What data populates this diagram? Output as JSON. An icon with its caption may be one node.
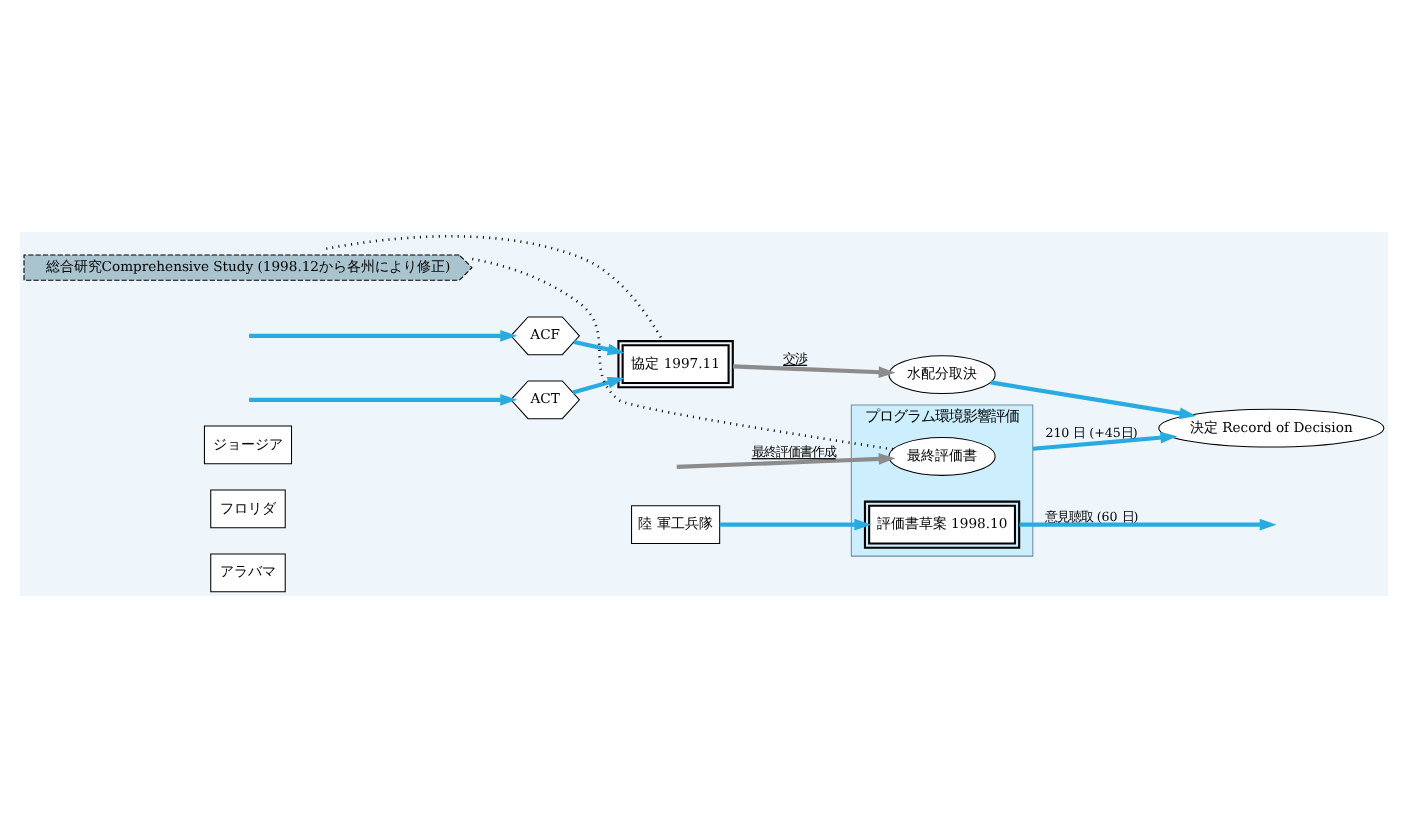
{
  "diagram": {
    "nodes": [
      {
        "text": [
          "アラバマ"
        ]
      },
      {
        "text": [
          "フロリダ"
        ]
      },
      {
        "text": [
          "ジョージア"
        ]
      },
      {
        "text": [
          "ACT"
        ]
      },
      {
        "text": [
          "ACF"
        ]
      },
      {
        "text": [
          "協定 1997.11"
        ]
      },
      {
        "text": [
          "水配分取決"
        ]
      },
      {
        "text": [
          "決定 Record of Decision"
        ]
      },
      {
        "text": [
          "総合研究Comprehensive Study (1998.12から各州により修正)"
        ]
      },
      {
        "text": [
          "プログラム環境影響評価"
        ]
      },
      {
        "text": [
          "陸 軍工兵隊"
        ]
      },
      {
        "text": [
          "評価書草案 1998.10"
        ],
        "in": 9
      },
      {
        "text": [
          "最終評価書"
        ],
        "in": 9
      }
    ],
    "edges": [
      {
        "from": null,
        "to": 3,
        "arrow": "to"
      },
      {
        "from": null,
        "to": 4,
        "arrow": "to"
      },
      {
        "from": 3,
        "to": 5,
        "arrow": "to"
      },
      {
        "from": 4,
        "to": 5,
        "arrow": "to"
      },
      {
        "from": 5,
        "to": 6,
        "arrow": "to",
        "label": "交渉",
        "color": "#8c8c8c"
      },
      {
        "from": 6,
        "to": 7,
        "arrow": "to"
      },
      {
        "from": 8,
        "to": 5,
        "arrow": "none",
        "style": "dashed",
        "color": "#000000"
      },
      {
        "from": 8,
        "to": 12,
        "arrow": "none",
        "style": "dashed",
        "color": "#000000"
      },
      {
        "from": 10,
        "to": 11,
        "arrow": "to"
      },
      {
        "from": 11,
        "to": null,
        "arrow": "to",
        "label": "意見聴取 (60 日)"
      },
      {
        "from": null,
        "to": 12,
        "arrow": "to",
        "label": "最終評価書作成",
        "color": "#8c8c8c"
      },
      {
        "from": 9,
        "to": 7,
        "arrow": "to",
        "label": "210 日 (+45日)"
      }
    ]
  }
}
